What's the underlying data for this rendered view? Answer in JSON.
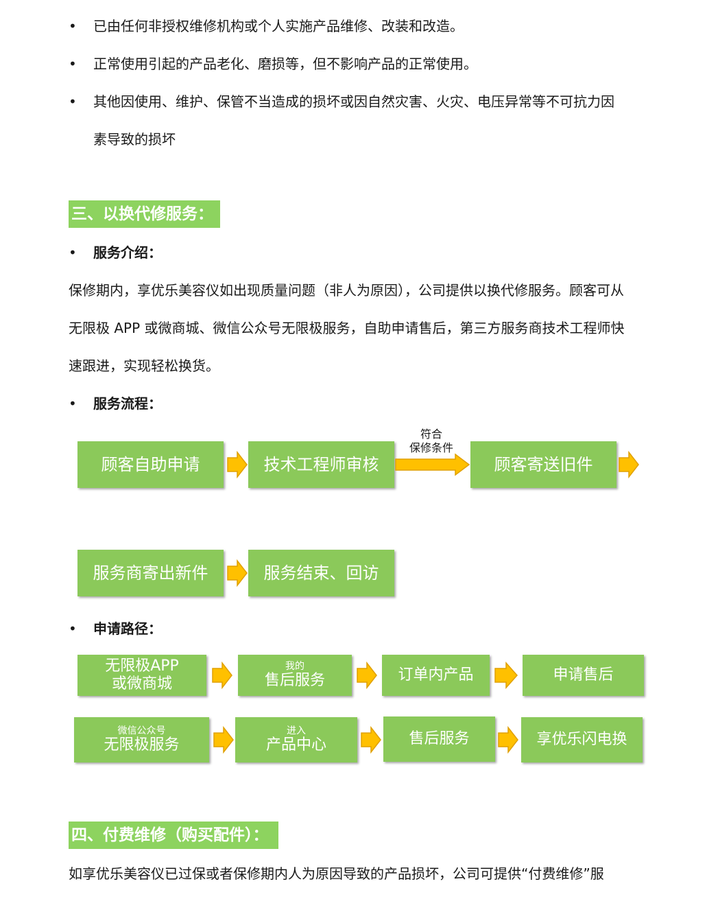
{
  "top_bullets": [
    "已由任何非授权维修机构或个人实施产品维修、改装和改造。",
    "正常使用引起的产品老化、磨损等，但不影响产品的正常使用。",
    "其他因使用、维护、保管不当造成的损坏或因自然灾害、火灾、电压异常等不可抗力因",
    "素导致的损坏"
  ],
  "bullet_symbol": "•",
  "section3": {
    "title": "三、以换代修服务：",
    "intro_heading": "服务介绍：",
    "intro_lines": [
      "保修期内，享优乐美容仪如出现质量问题（非人为原因），公司提供以换代修服务。顾客可从",
      "无限极 APP 或微商城、微信公众号无限极服务，自助申请售后，第三方服务商技术工程师快",
      "速跟进，实现轻松换货。"
    ],
    "flow_heading": "服务流程：",
    "flow": {
      "step1": "顾客自助申请",
      "step2": "技术工程师审核",
      "condition_line1": "符合",
      "condition_line2": "保修条件",
      "step3": "顾客寄送旧件",
      "step4": "服务商寄出新件",
      "step5": "服务结束、回访"
    },
    "path_heading": "申请路径：",
    "path_row1": {
      "a_line1": "无限极APP",
      "a_line2": "或微商城",
      "b_small": "我的",
      "b_main": "售后服务",
      "c": "订单内产品",
      "d": "申请售后"
    },
    "path_row2": {
      "a_small": "微信公众号",
      "a_main": "无限极服务",
      "b_small": "进入",
      "b_main": "产品中心",
      "c": "售后服务",
      "d": "享优乐闪电换"
    }
  },
  "section4": {
    "title": "四、付费维修（购买配件）：",
    "line1": "如享优乐美容仪已过保或者保修期内人为原因导致的产品损坏，公司可提供“付费维修”服"
  },
  "colors": {
    "section_bg": "#8dd35f",
    "box_bg": "#8bc95a",
    "arrow_fill": "#ffc000",
    "arrow_stroke": "#e0a000"
  }
}
